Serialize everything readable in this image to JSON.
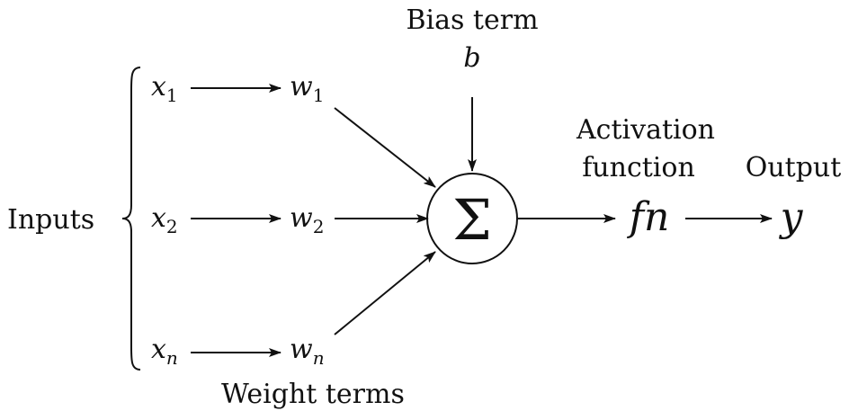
{
  "labels": {
    "bias_term": "Bias term",
    "bias_symbol": "b",
    "activation_line1": "Activation",
    "activation_line2": "function",
    "output": "Output",
    "inputs": "Inputs",
    "weight_terms": "Weight terms"
  },
  "symbols": {
    "sum": "Σ",
    "activation": "fn",
    "output": "y"
  },
  "rows": [
    {
      "input_base": "x",
      "input_sub": "1",
      "weight_base": "w",
      "weight_sub": "1"
    },
    {
      "input_base": "x",
      "input_sub": "2",
      "weight_base": "w",
      "weight_sub": "2"
    },
    {
      "input_base": "x",
      "input_sub": "n",
      "weight_base": "w",
      "weight_sub": "n"
    }
  ]
}
